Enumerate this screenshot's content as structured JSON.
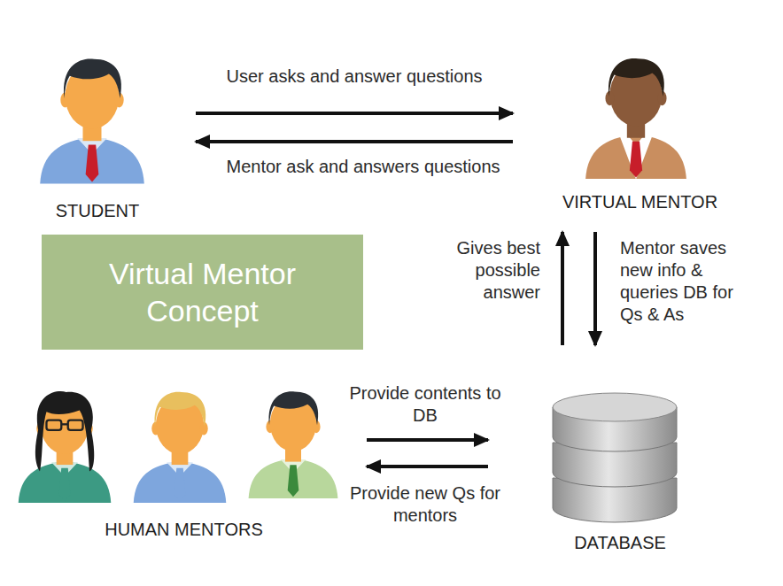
{
  "diagram": {
    "nodes": [
      {
        "text": [
          "STUDENT"
        ]
      },
      {
        "text": [
          "VIRTUAL MENTOR"
        ]
      },
      {
        "text": [
          "Virtual Mentor Concept"
        ]
      },
      {
        "text": [
          "HUMAN MENTORS"
        ]
      },
      {
        "text": [
          "DATABASE"
        ]
      }
    ],
    "edges": [
      {
        "from": 0,
        "to": 1,
        "label": "User asks and answer questions",
        "arrow": "to"
      },
      {
        "from": 1,
        "to": 0,
        "label": "Mentor ask and answers questions",
        "arrow": "to"
      },
      {
        "from": 4,
        "to": 1,
        "label": "Gives best possible answer",
        "arrow": "to"
      },
      {
        "from": 1,
        "to": 4,
        "label": "Mentor saves new info & queries DB for Qs & As",
        "arrow": "to"
      },
      {
        "from": 3,
        "to": 4,
        "label": "Provide contents to DB",
        "arrow": "to"
      },
      {
        "from": 4,
        "to": 3,
        "label": "Provide new Qs for mentors",
        "arrow": "to"
      }
    ]
  }
}
